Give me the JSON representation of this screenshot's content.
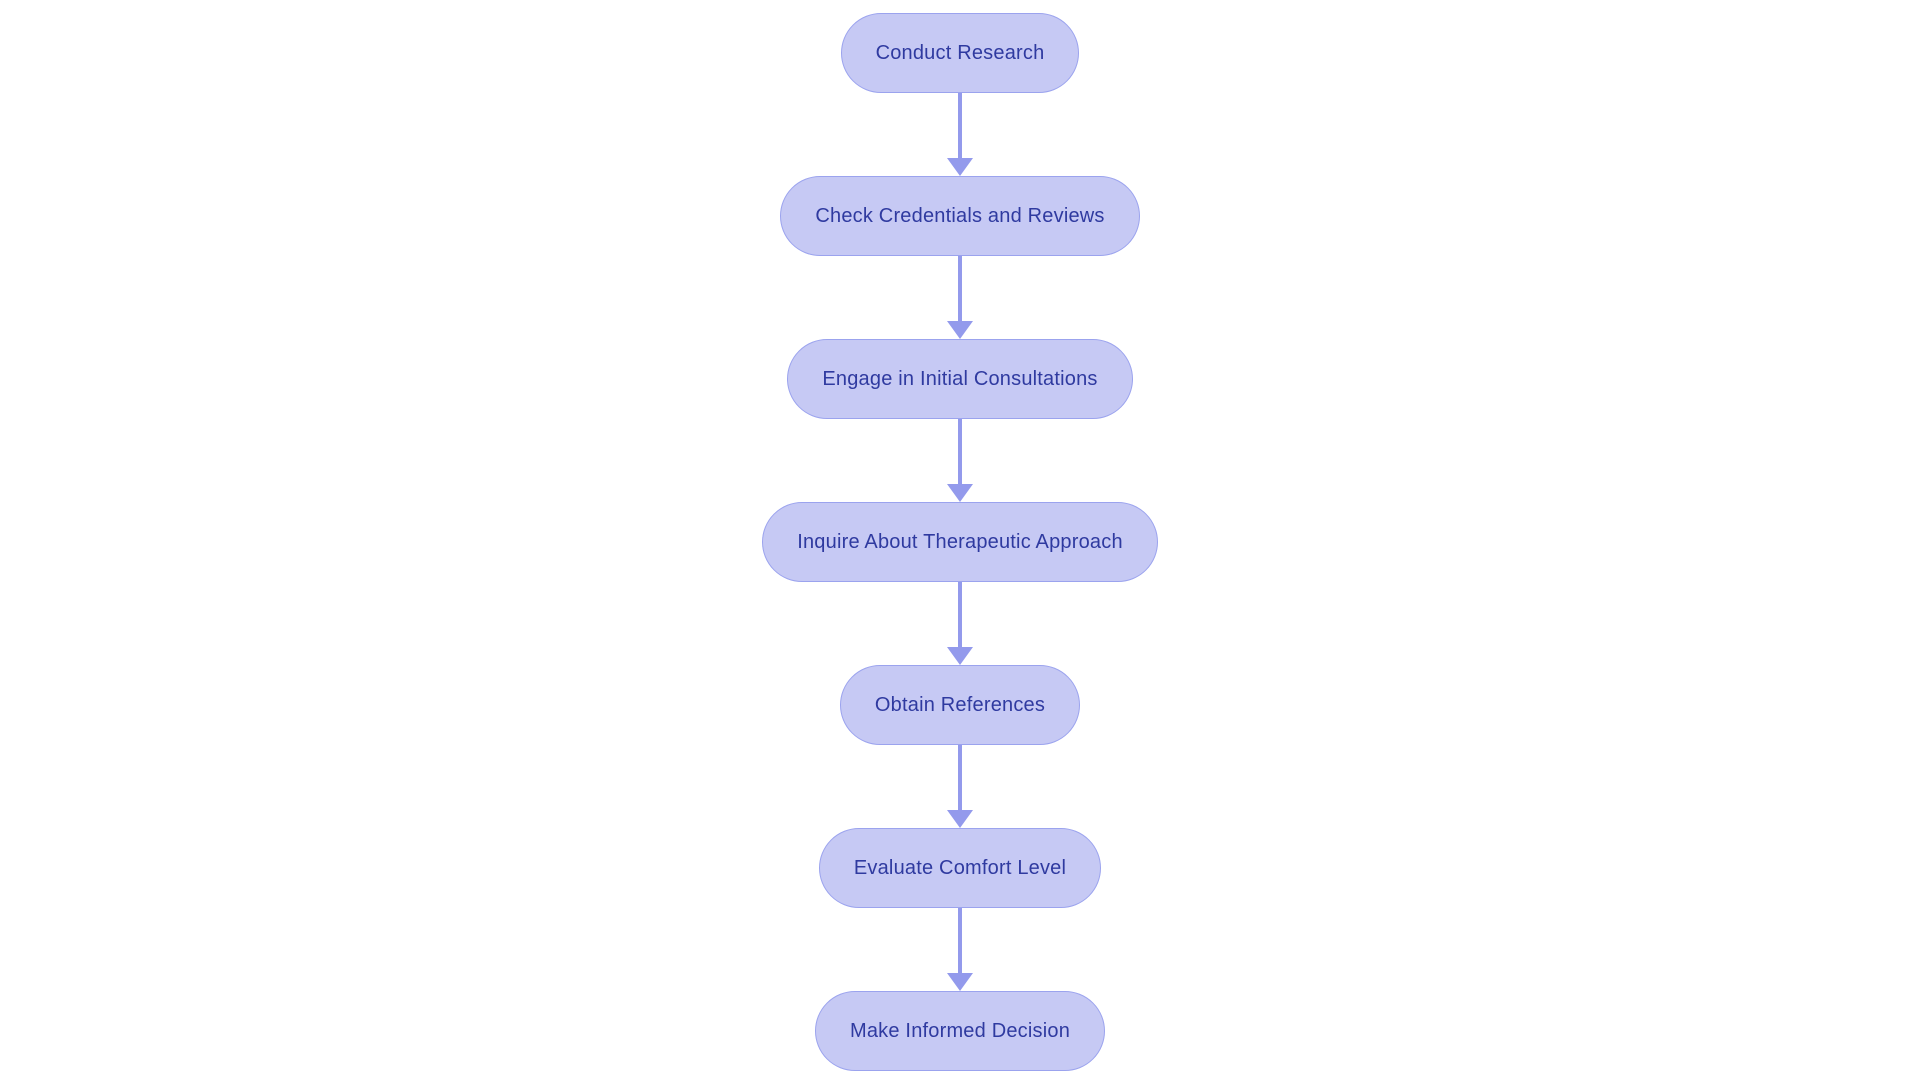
{
  "diagram": {
    "type": "flowchart",
    "direction": "top-down",
    "nodes": [
      {
        "id": "conduct-research",
        "label": "Conduct Research"
      },
      {
        "id": "check-credentials-and-reviews",
        "label": "Check Credentials and Reviews"
      },
      {
        "id": "engage-in-initial-consultations",
        "label": "Engage in Initial Consultations"
      },
      {
        "id": "inquire-about-therapeutic-approach",
        "label": "Inquire About Therapeutic Approach"
      },
      {
        "id": "obtain-references",
        "label": "Obtain References"
      },
      {
        "id": "evaluate-comfort-level",
        "label": "Evaluate Comfort Level"
      },
      {
        "id": "make-informed-decision",
        "label": "Make Informed Decision"
      }
    ],
    "edges": [
      {
        "from": "conduct-research",
        "to": "check-credentials-and-reviews"
      },
      {
        "from": "check-credentials-and-reviews",
        "to": "engage-in-initial-consultations"
      },
      {
        "from": "engage-in-initial-consultations",
        "to": "inquire-about-therapeutic-approach"
      },
      {
        "from": "inquire-about-therapeutic-approach",
        "to": "obtain-references"
      },
      {
        "from": "obtain-references",
        "to": "evaluate-comfort-level"
      },
      {
        "from": "evaluate-comfort-level",
        "to": "make-informed-decision"
      }
    ]
  },
  "theme": {
    "canvas_bg": "#ffffff",
    "node_fill": "#c6c9f4",
    "node_border": "#9ba3ee",
    "node_text": "#2f3aa0",
    "arrow": "#939aec"
  }
}
